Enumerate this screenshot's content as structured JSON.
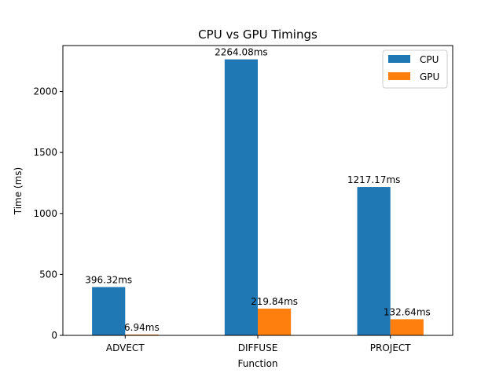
{
  "chart_data": {
    "type": "bar",
    "title": "CPU vs GPU Timings",
    "xlabel": "Function",
    "ylabel": "Time (ms)",
    "categories": [
      "ADVECT",
      "DIFFUSE",
      "PROJECT"
    ],
    "series": [
      {
        "name": "CPU",
        "color": "#1f77b4",
        "values": [
          396.32,
          2264.08,
          1217.17
        ],
        "labels": [
          "396.32ms",
          "2264.08ms",
          "1217.17ms"
        ]
      },
      {
        "name": "GPU",
        "color": "#ff7f0e",
        "values": [
          6.94,
          219.84,
          132.64
        ],
        "labels": [
          "6.94ms",
          "219.84ms",
          "132.64ms"
        ]
      }
    ],
    "ylim": [
      0,
      2377.28
    ],
    "yticks": [
      0,
      500,
      1000,
      1500,
      2000
    ],
    "ytick_labels": [
      "0",
      "500",
      "1000",
      "1500",
      "2000"
    ],
    "grid": false,
    "legend_position": "top-right"
  }
}
